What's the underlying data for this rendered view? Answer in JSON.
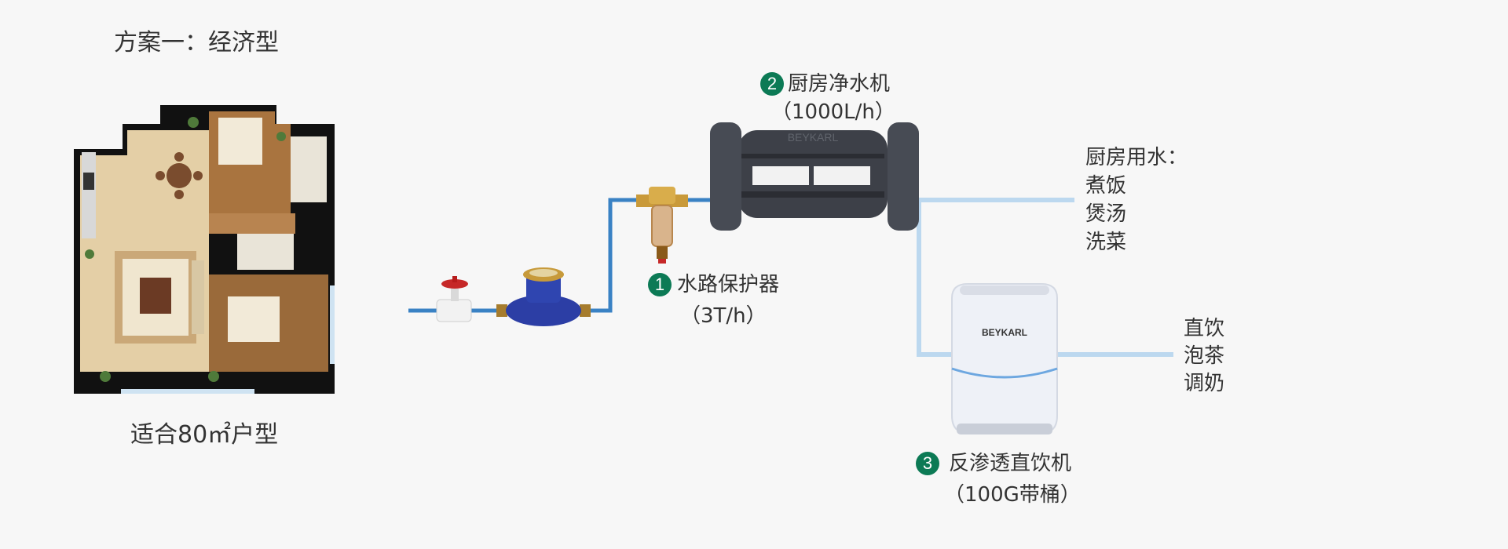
{
  "scheme_title": "方案一：经济型",
  "floorplan_caption": "适合80㎡户型",
  "components": [
    {
      "number": "1",
      "name": "水路保护器",
      "spec": "（3T/h）"
    },
    {
      "number": "2",
      "name": "厨房净水机",
      "spec": "（1000L/h）"
    },
    {
      "number": "3",
      "name": "反渗透直饮机",
      "spec": "（100G带桶）"
    }
  ],
  "kitchen_use": {
    "heading": "厨房用水：",
    "items": [
      "煮饭",
      "煲汤",
      "洗菜"
    ]
  },
  "drink_use": {
    "items": [
      "直饮",
      "泡茶",
      "调奶"
    ]
  },
  "brand_label": "BEYKARL",
  "colors": {
    "pipe_main": "#3a82c4",
    "pipe_light": "#bcd8ef",
    "badge": "#0c7a55"
  }
}
